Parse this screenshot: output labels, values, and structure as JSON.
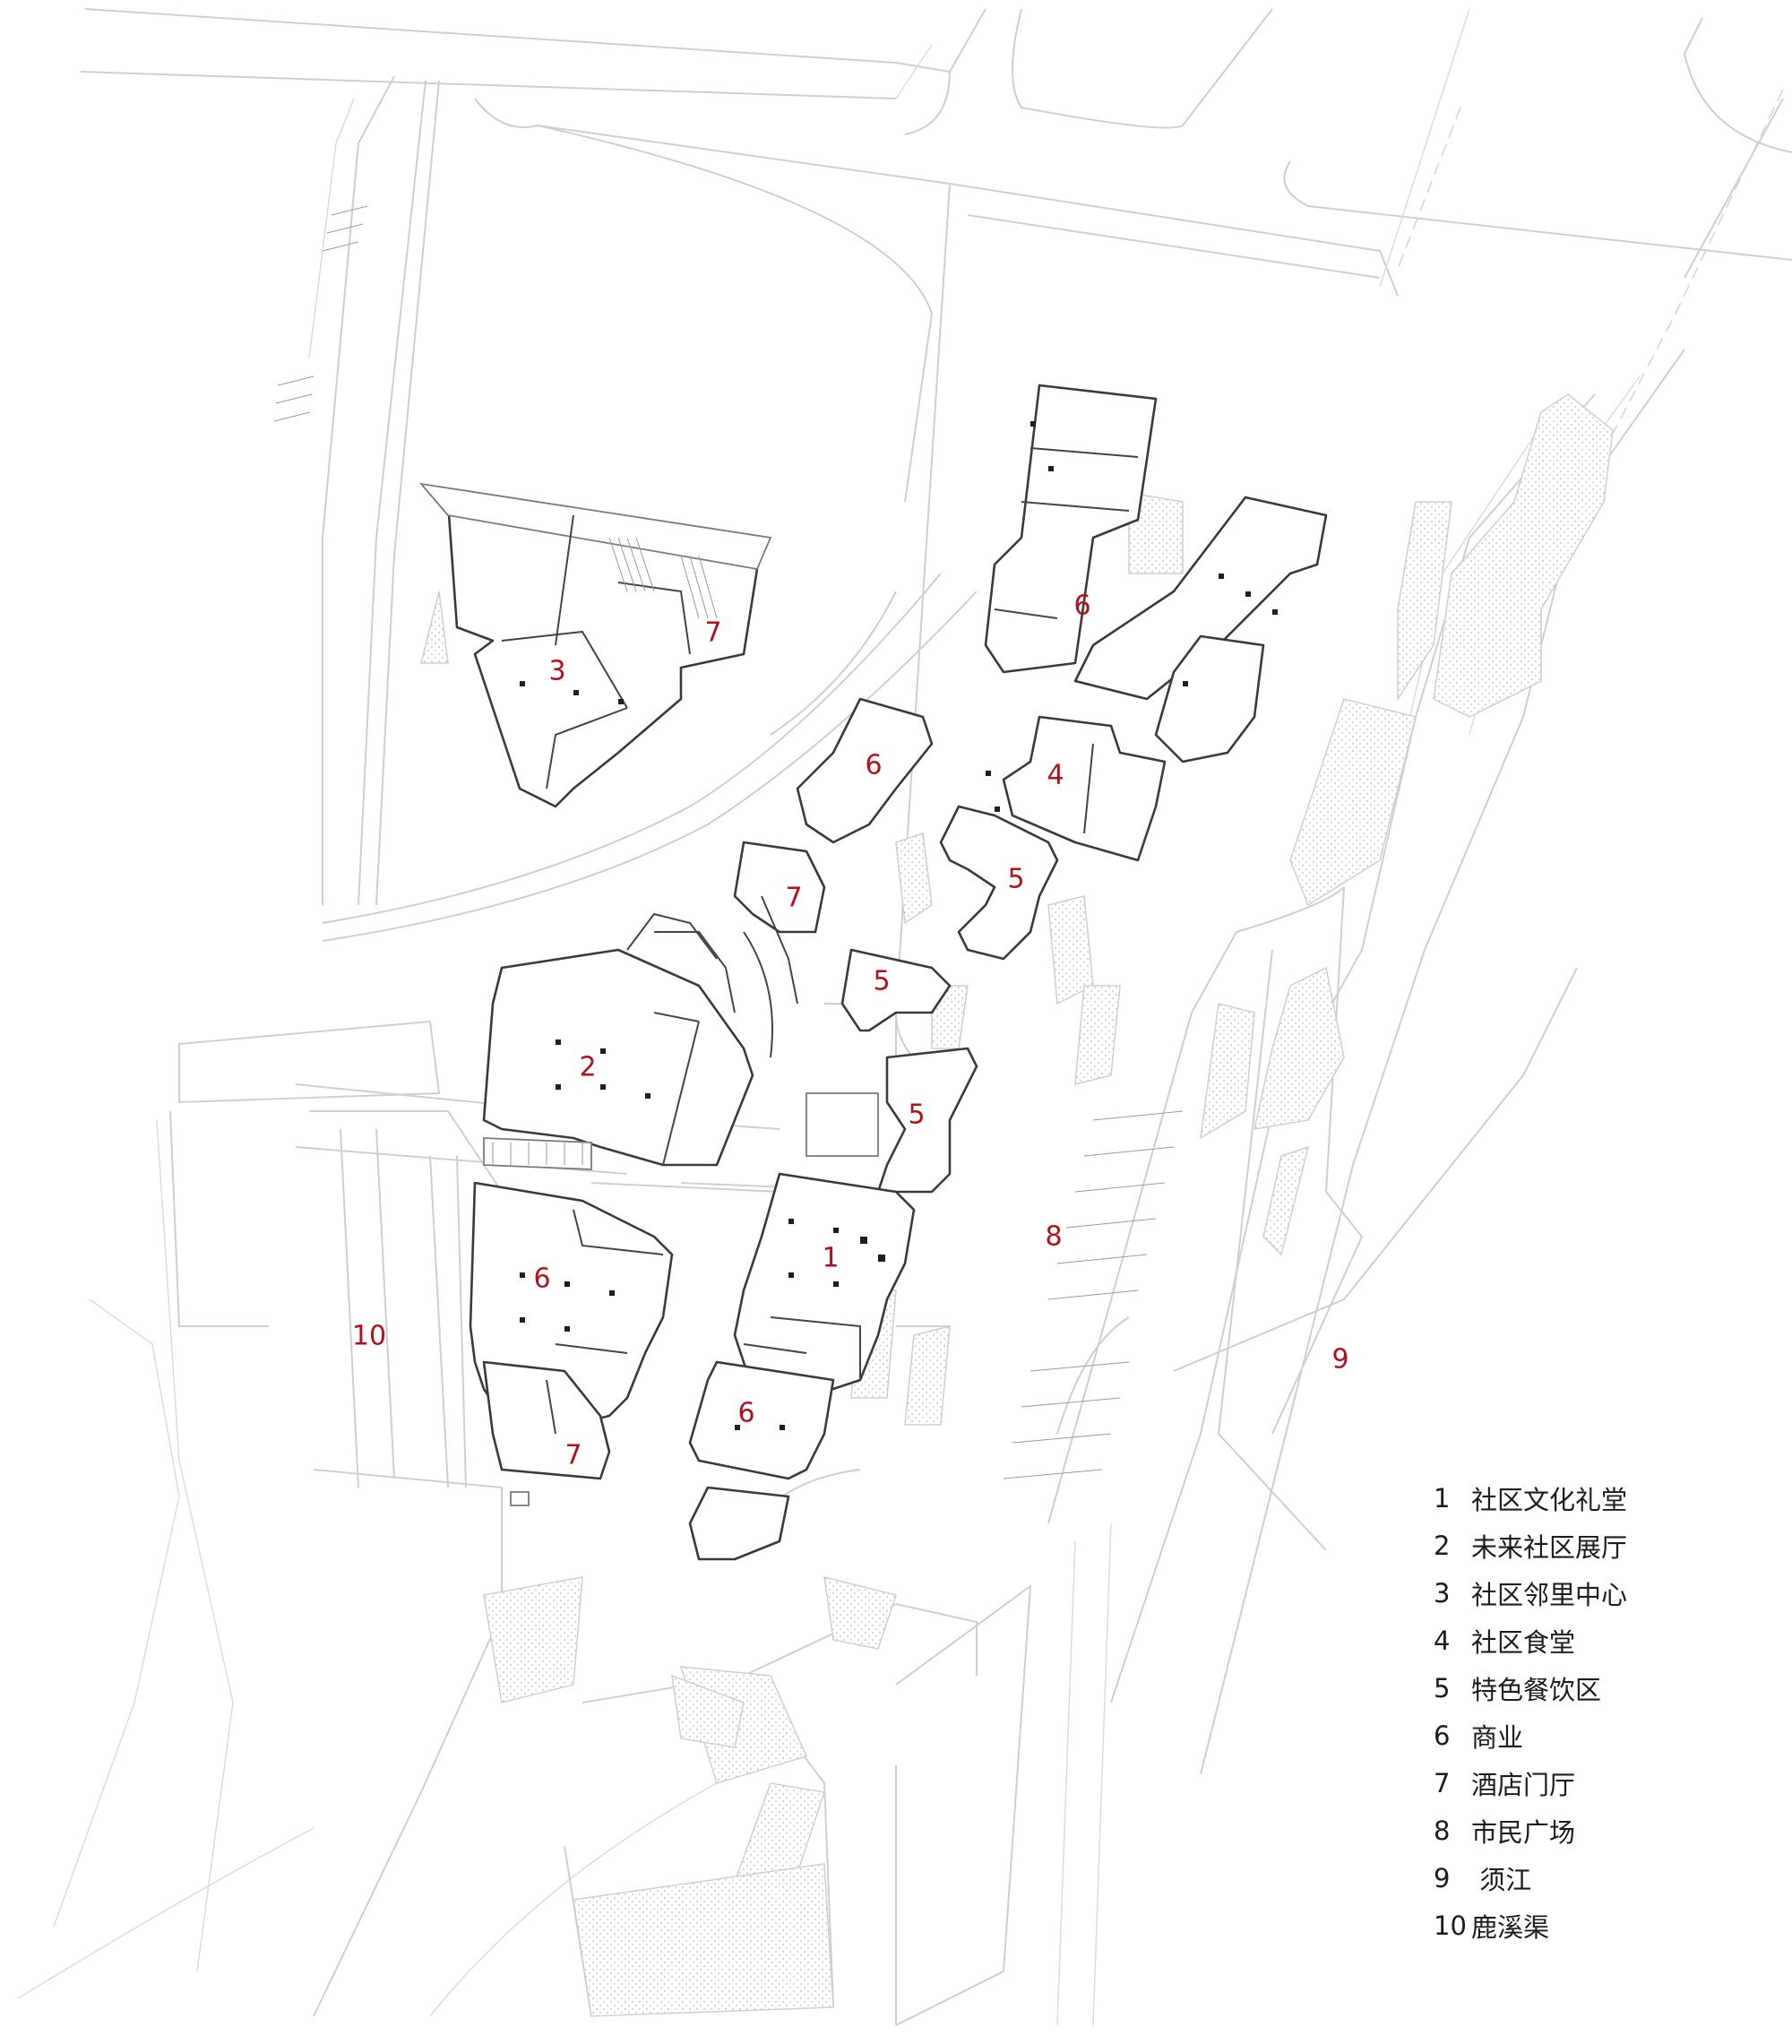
{
  "map": {
    "zones": [
      {
        "id": "zone-1",
        "label": "1"
      },
      {
        "id": "zone-2",
        "label": "2"
      },
      {
        "id": "zone-3",
        "label": "3"
      },
      {
        "id": "zone-4",
        "label": "4"
      },
      {
        "id": "zone-5a",
        "label": "5"
      },
      {
        "id": "zone-5b",
        "label": "5"
      },
      {
        "id": "zone-5c",
        "label": "5"
      },
      {
        "id": "zone-6a",
        "label": "6"
      },
      {
        "id": "zone-6b",
        "label": "6"
      },
      {
        "id": "zone-6c",
        "label": "6"
      },
      {
        "id": "zone-6d",
        "label": "6"
      },
      {
        "id": "zone-7a",
        "label": "7"
      },
      {
        "id": "zone-7b",
        "label": "7"
      },
      {
        "id": "zone-7c",
        "label": "7"
      },
      {
        "id": "zone-8",
        "label": "8"
      },
      {
        "id": "zone-9",
        "label": "9"
      },
      {
        "id": "zone-10",
        "label": "10"
      }
    ],
    "label_color": "#b0121b",
    "line_color": "#cfcfcf",
    "building_outline_color": "#3a3a3a"
  },
  "legend": {
    "items": [
      {
        "num": "1",
        "text": "社区文化礼堂"
      },
      {
        "num": "2",
        "text": "未来社区展厅"
      },
      {
        "num": "3",
        "text": "社区邻里中心"
      },
      {
        "num": "4",
        "text": "社区食堂"
      },
      {
        "num": "5",
        "text": "特色餐饮区"
      },
      {
        "num": "6",
        "text": "商业"
      },
      {
        "num": "7",
        "text": "酒店门厅"
      },
      {
        "num": "8",
        "text": "市民广场"
      },
      {
        "num": "9",
        "text": " 须江"
      },
      {
        "num": "10",
        "text": "鹿溪渠"
      }
    ]
  }
}
